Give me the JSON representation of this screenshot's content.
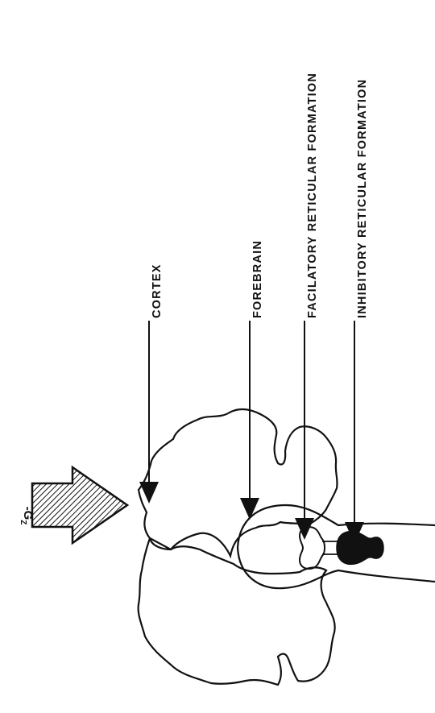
{
  "labels": {
    "cortex": "CORTEX",
    "forebrain": "FOREBRAIN",
    "facilatory": "FACILATORY RETICULAR FORMATION",
    "inhibitory": "INHIBITORY RETICULAR FORMATION"
  },
  "force": {
    "sign": "-",
    "symbol": "G",
    "subscript": "Z"
  },
  "colors": {
    "ink": "#111111",
    "background": "#ffffff"
  }
}
